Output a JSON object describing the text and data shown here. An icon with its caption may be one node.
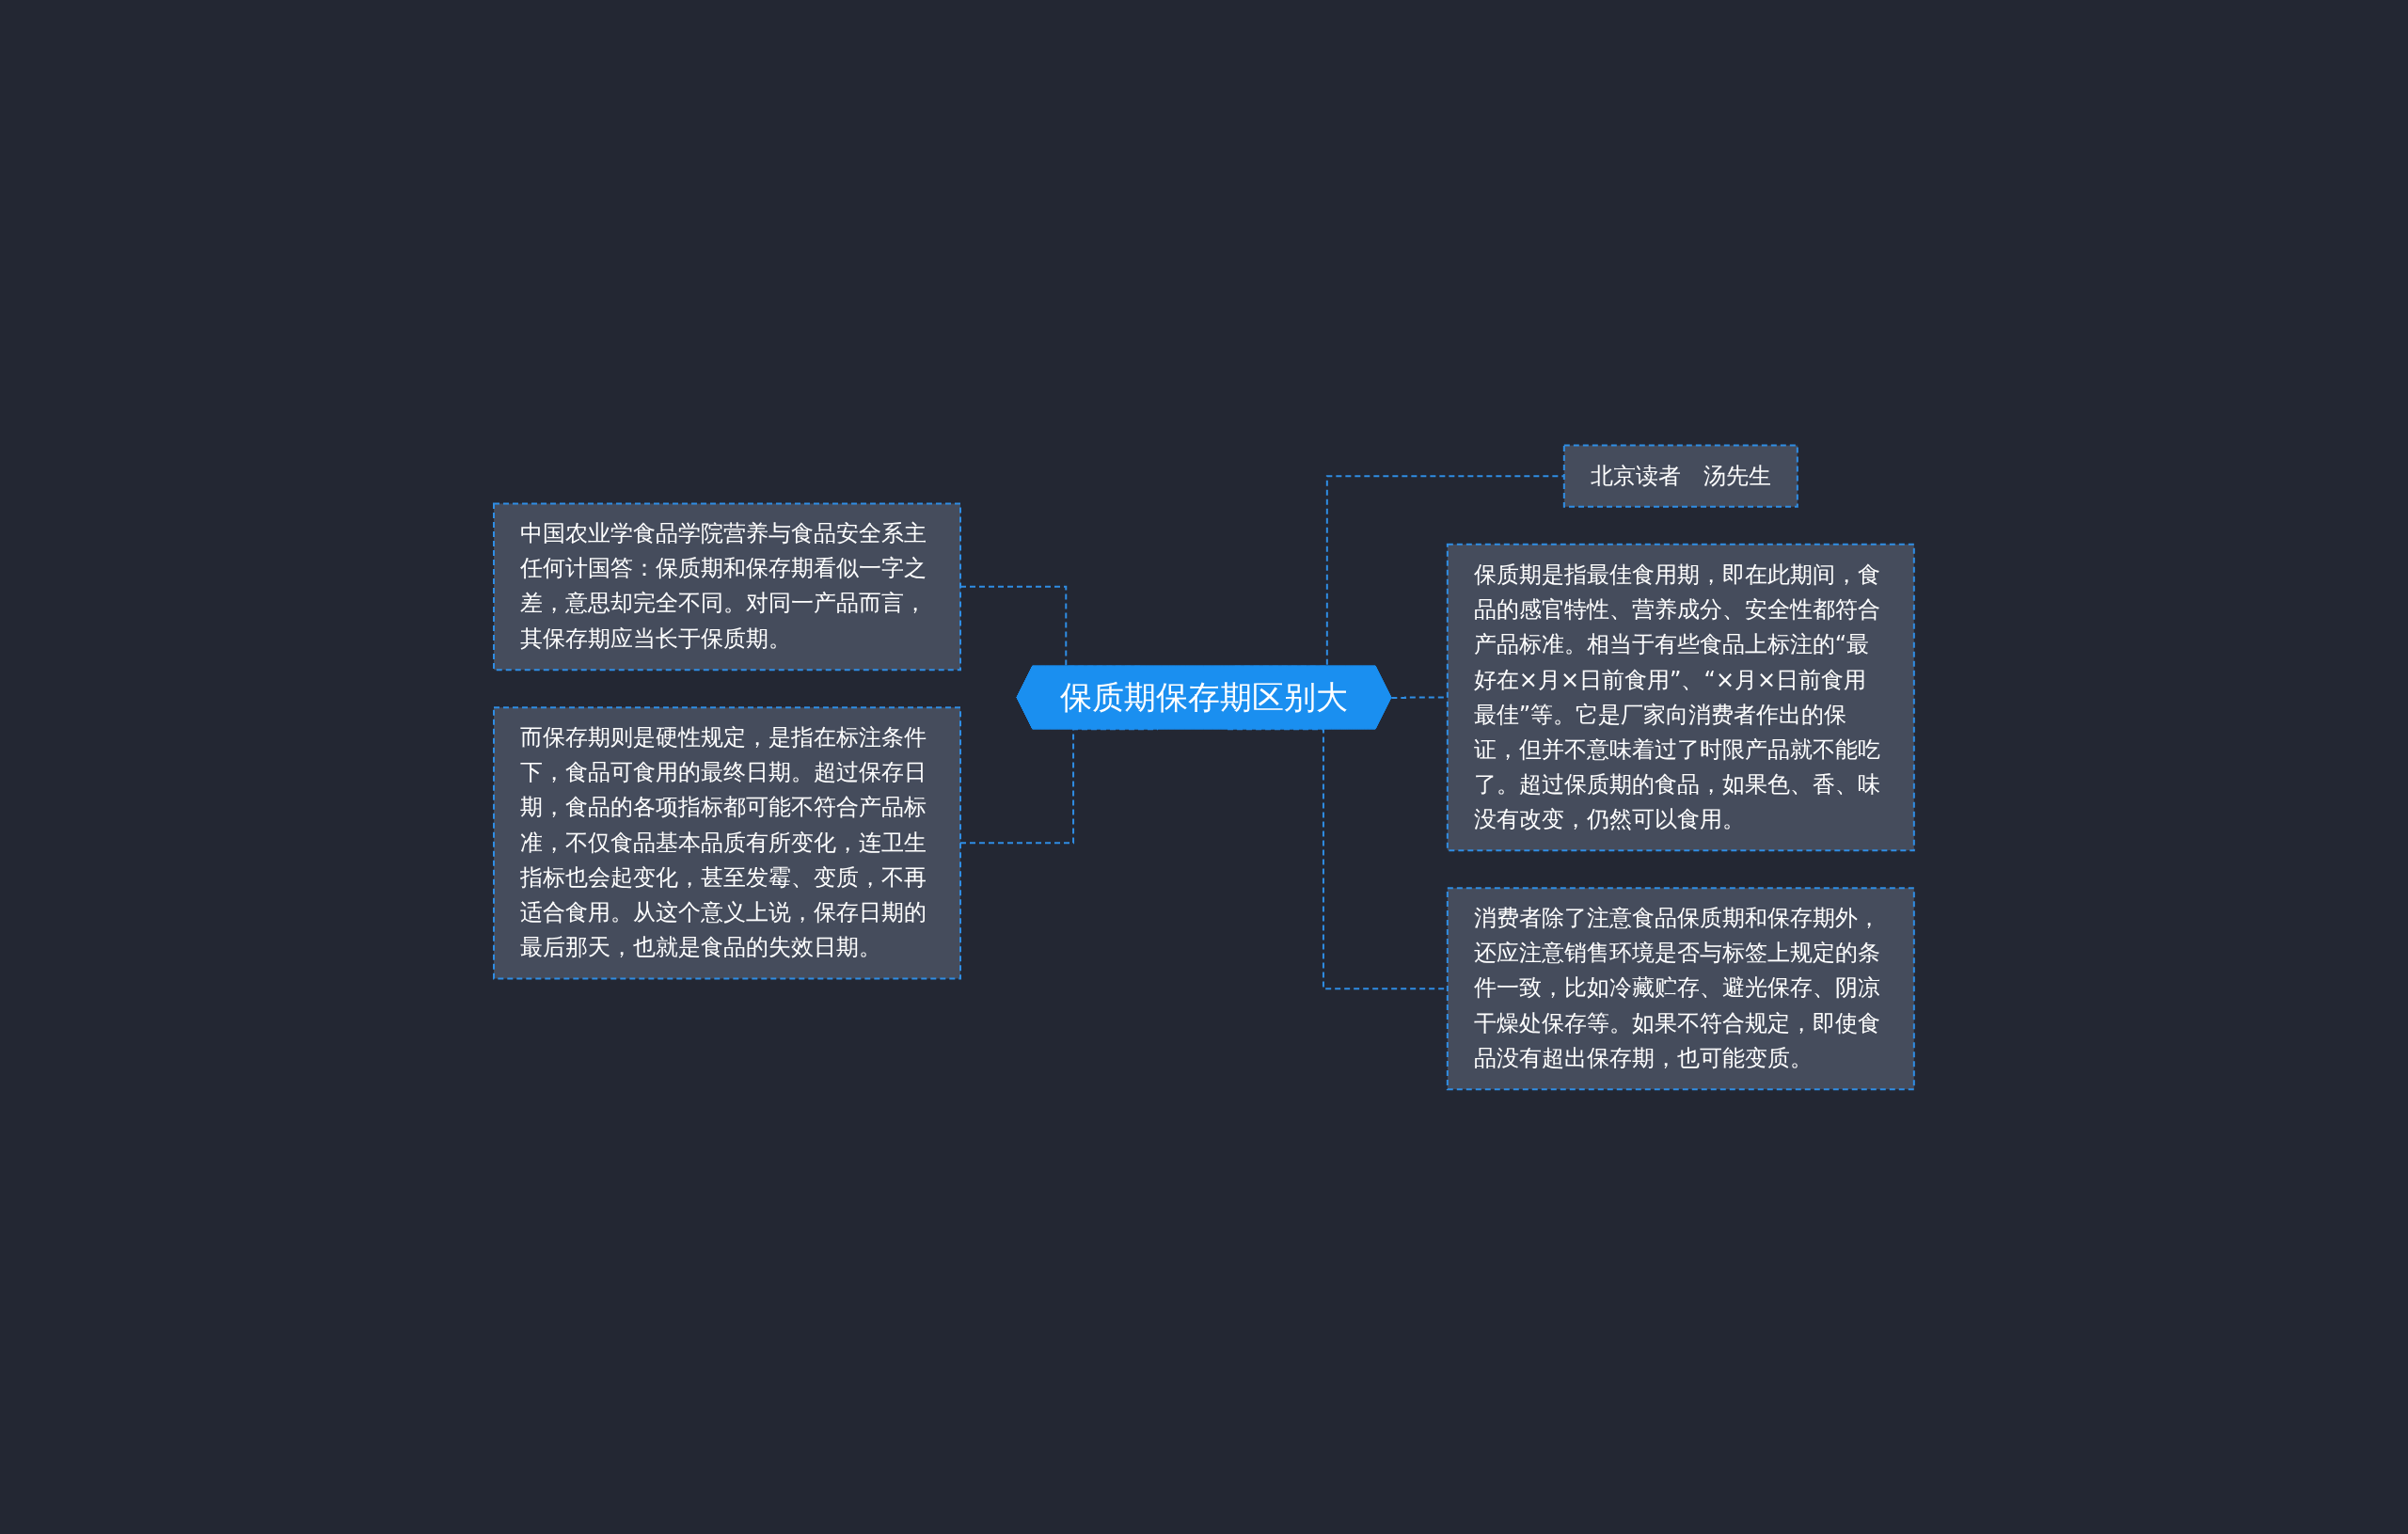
{
  "diagram": {
    "nodes": [
      {
        "text": [
          "保质期保存期区别大"
        ]
      },
      {
        "text": [
          "中国农业学食品学院营养与食品安全系主任何计国答：保质期和保存期看似一字之差，意思却完全不同。对同一产品而言，其保存期应当长于保质期。"
        ]
      },
      {
        "text": [
          "而保存期则是硬性规定，是指在标注条件下，食品可食用的最终日期。超过保存日期，食品的各项指标都可能不符合产品标准，不仅食品基本品质有所变化，连卫生指标也会起变化，甚至发霉、变质，不再适合食用。从这个意义上说，保存日期的最后那天，也就是食品的失效日期。"
        ]
      },
      {
        "text": [
          "北京读者　汤先生"
        ]
      },
      {
        "text": [
          "保质期是指最佳食用期，即在此期间，食品的感官特性、营养成分、安全性都符合产品标准。相当于有些食品上标注的“最好在×月×日前食用”、“×月×日前食用最佳”等。它是厂家向消费者作出的保证，但并不意味着过了时限产品就不能吃了。超过保质期的食品，如果色、香、味没有改变，仍然可以食用。"
        ]
      },
      {
        "text": [
          "消费者除了注意食品保质期和保存期外，还应注意销售环境是否与标签上规定的条件一致，比如冷藏贮存、避光保存、阴凉干燥处保存等。如果不符合规定，即使食品没有超出保存期，也可能变质。"
        ]
      }
    ],
    "edges": [
      {
        "from": 0,
        "to": 1,
        "arrow": "none",
        "style": "dashed"
      },
      {
        "from": 0,
        "to": 2,
        "arrow": "none",
        "style": "dashed"
      },
      {
        "from": 0,
        "to": 3,
        "arrow": "none",
        "style": "dashed"
      },
      {
        "from": 0,
        "to": 4,
        "arrow": "none",
        "style": "dashed"
      },
      {
        "from": 0,
        "to": 5,
        "arrow": "none",
        "style": "dashed"
      }
    ]
  }
}
